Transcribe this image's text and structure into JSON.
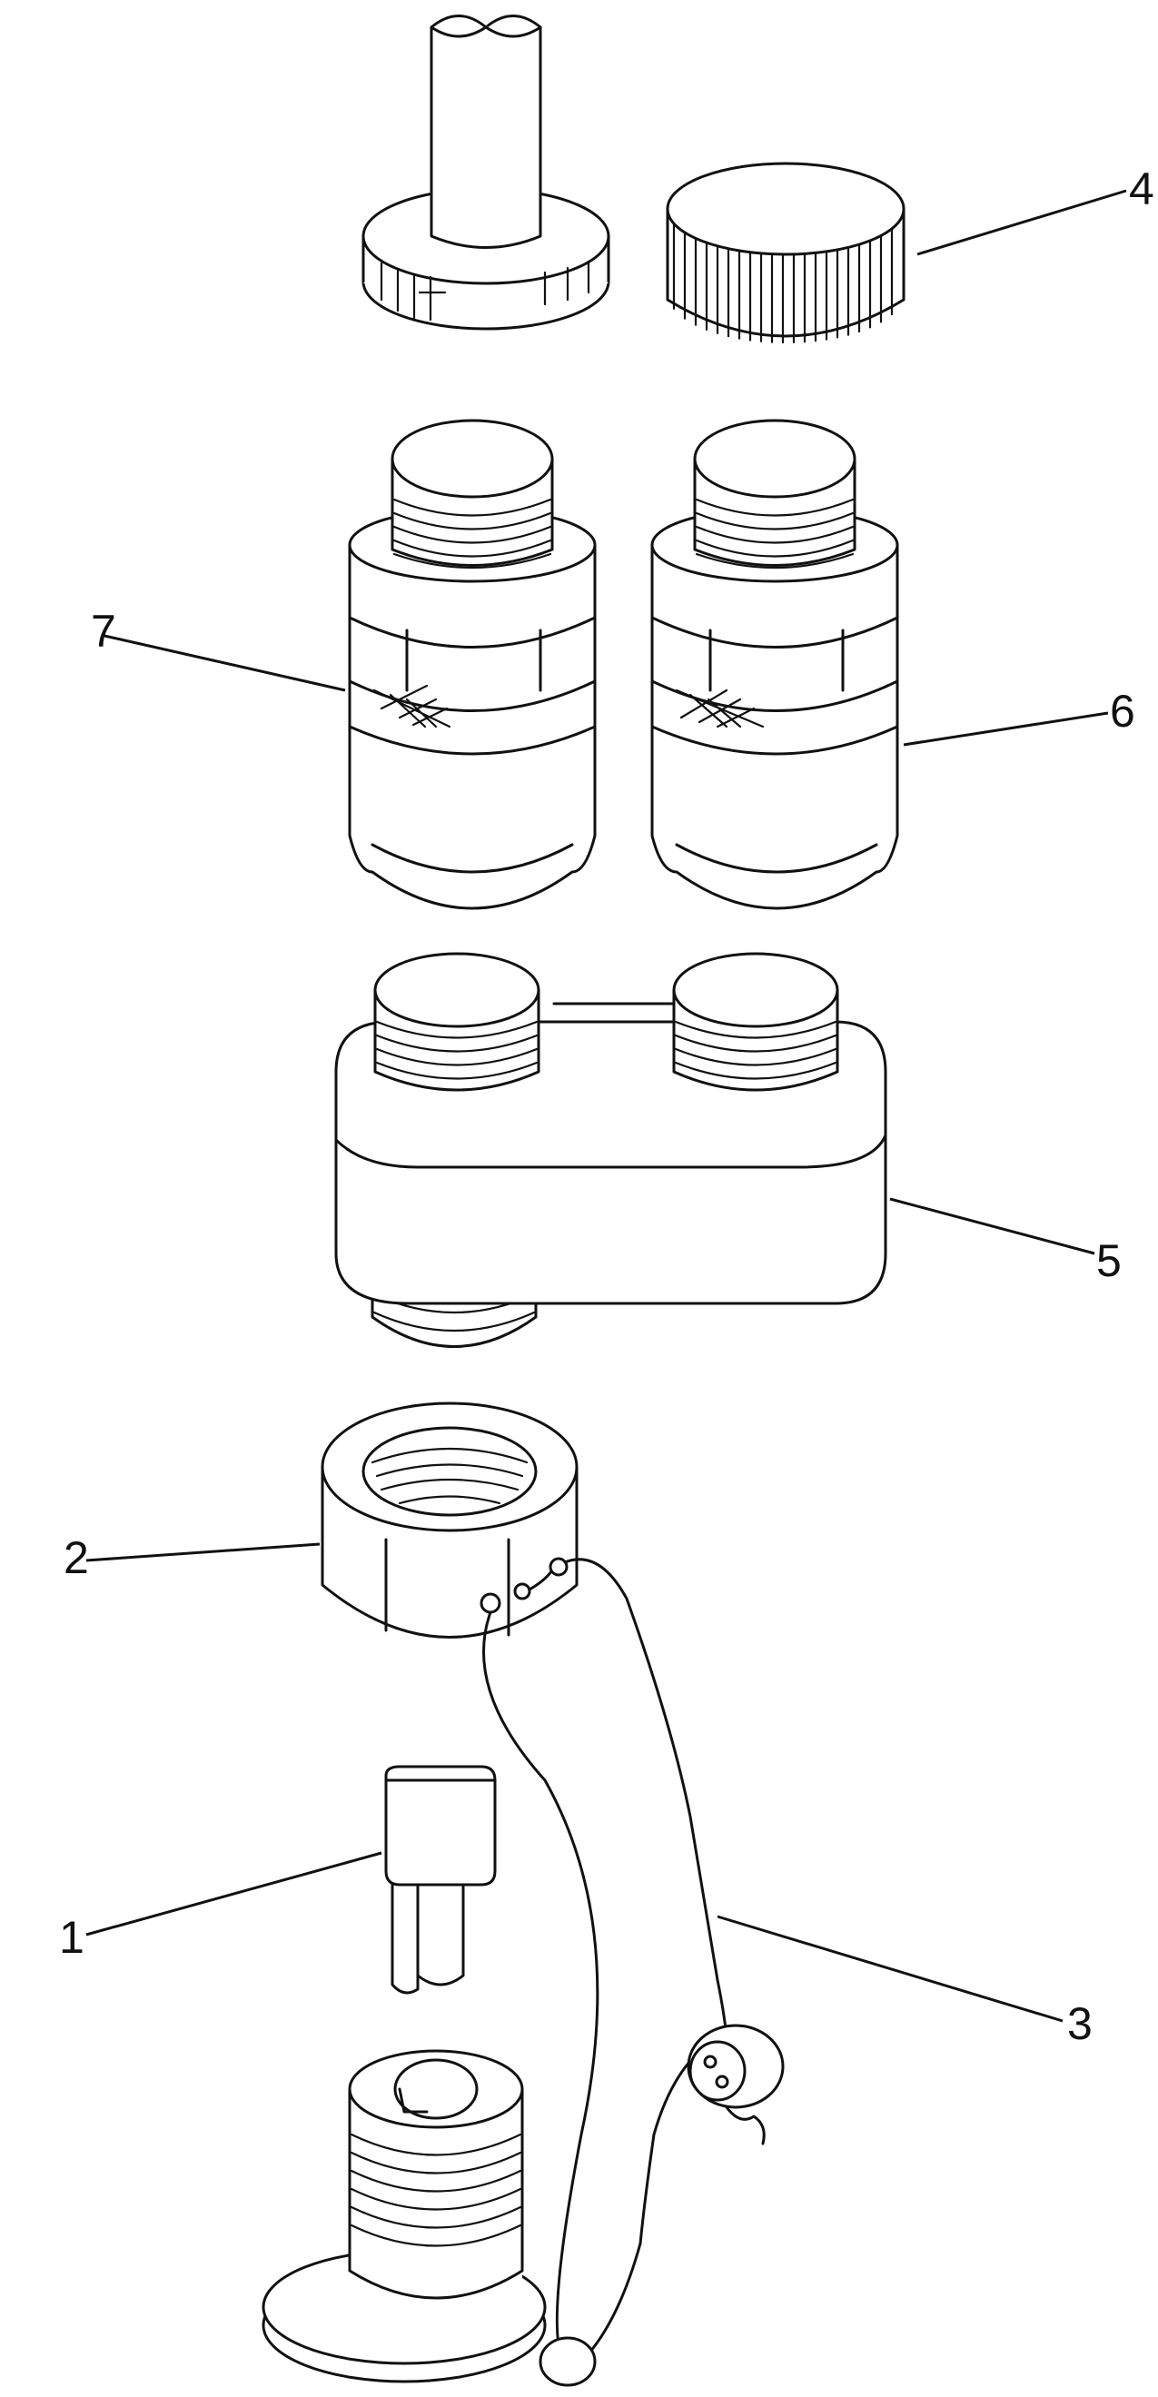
{
  "diagram": {
    "callouts": {
      "part1": "1",
      "part2": "2",
      "part3": "3",
      "part4": "4",
      "part5": "5",
      "part6": "6",
      "part7": "7"
    }
  }
}
